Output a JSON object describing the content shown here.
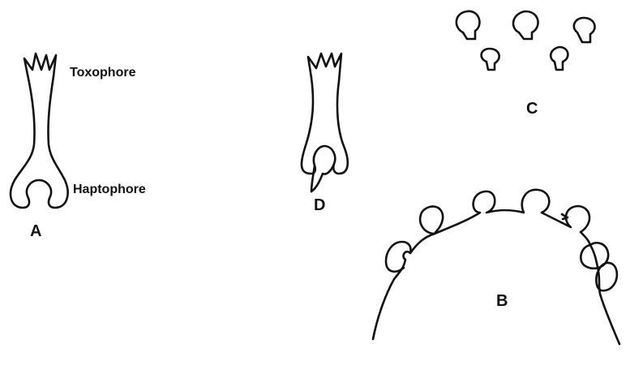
{
  "labels": {
    "toxophore": "Toxophore",
    "haptophore": "Haptophore",
    "fig_a": "A",
    "fig_b": "B",
    "fig_c": "C",
    "fig_d": "D"
  },
  "colors": {
    "ink": "#111111",
    "background": "#ffffff"
  }
}
